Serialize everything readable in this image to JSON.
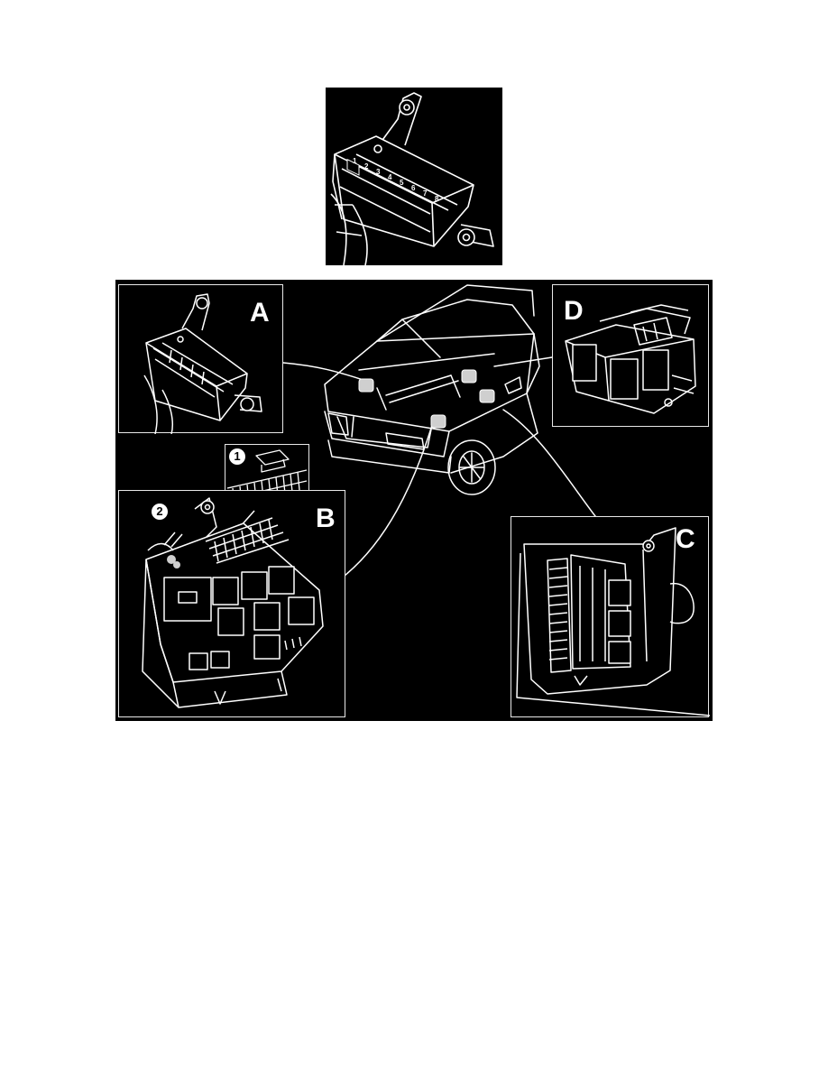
{
  "figure": {
    "top_image": {
      "relay_numbers": [
        "1",
        "2",
        "3",
        "4",
        "5",
        "6",
        "7",
        "8"
      ]
    },
    "main_diagram": {
      "insets": [
        {
          "id": "A",
          "label": "A"
        },
        {
          "id": "B",
          "label": "B"
        },
        {
          "id": "C",
          "label": "C"
        },
        {
          "id": "D",
          "label": "D"
        }
      ],
      "callouts": [
        {
          "id": "1",
          "label": "1"
        },
        {
          "id": "2",
          "label": "2"
        }
      ]
    }
  },
  "colors": {
    "background": "#ffffff",
    "diagram_fill": "#000000",
    "line_art": "#ffffff"
  }
}
